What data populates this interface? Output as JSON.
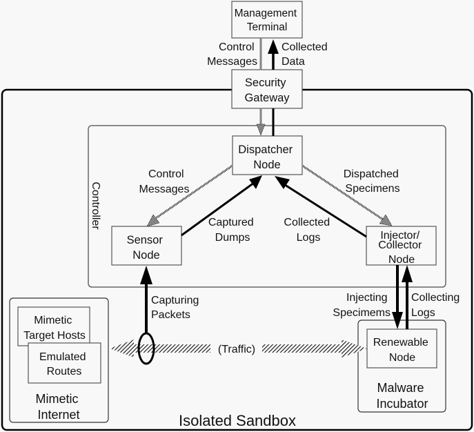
{
  "diagram": {
    "containers": {
      "sandbox": {
        "label": "Isolated Sandbox"
      },
      "controller": {
        "label": "Controller"
      },
      "mimetic_internet": {
        "label": [
          "Mimetic",
          "Internet"
        ]
      },
      "malware_incubator": {
        "label": [
          "Malware",
          "Incubator"
        ]
      }
    },
    "nodes": {
      "management_terminal": [
        "Management",
        "Terminal"
      ],
      "security_gateway": [
        "Security",
        "Gateway"
      ],
      "dispatcher_node": [
        "Dispatcher",
        "Node"
      ],
      "sensor_node": [
        "Sensor",
        "Node"
      ],
      "injector_collector_node": [
        "Injector/",
        "Collector",
        "Node"
      ],
      "mimetic_target_hosts": [
        "Mimetic",
        "Target Hosts"
      ],
      "emulated_routes": [
        "Emulated",
        "Routes"
      ],
      "renewable_node": [
        "Renewable",
        "Node"
      ]
    },
    "edges": {
      "gateway_to_terminal_control": [
        "Control",
        "Messages"
      ],
      "gateway_to_terminal_data": [
        "Collected",
        "Data"
      ],
      "dispatcher_to_sensor": [
        "Control",
        "Messages"
      ],
      "sensor_to_dispatcher": [
        "Captured",
        "Dumps"
      ],
      "collector_to_dispatcher": [
        "Collected",
        "Logs"
      ],
      "dispatcher_to_injector": [
        "Dispatched",
        "Specimens"
      ],
      "capturing_packets": [
        "Capturing",
        "Packets"
      ],
      "injecting": [
        "Injecting",
        "Specimems"
      ],
      "collecting": [
        "Collecting",
        "Logs"
      ],
      "traffic": "(Traffic)"
    }
  }
}
